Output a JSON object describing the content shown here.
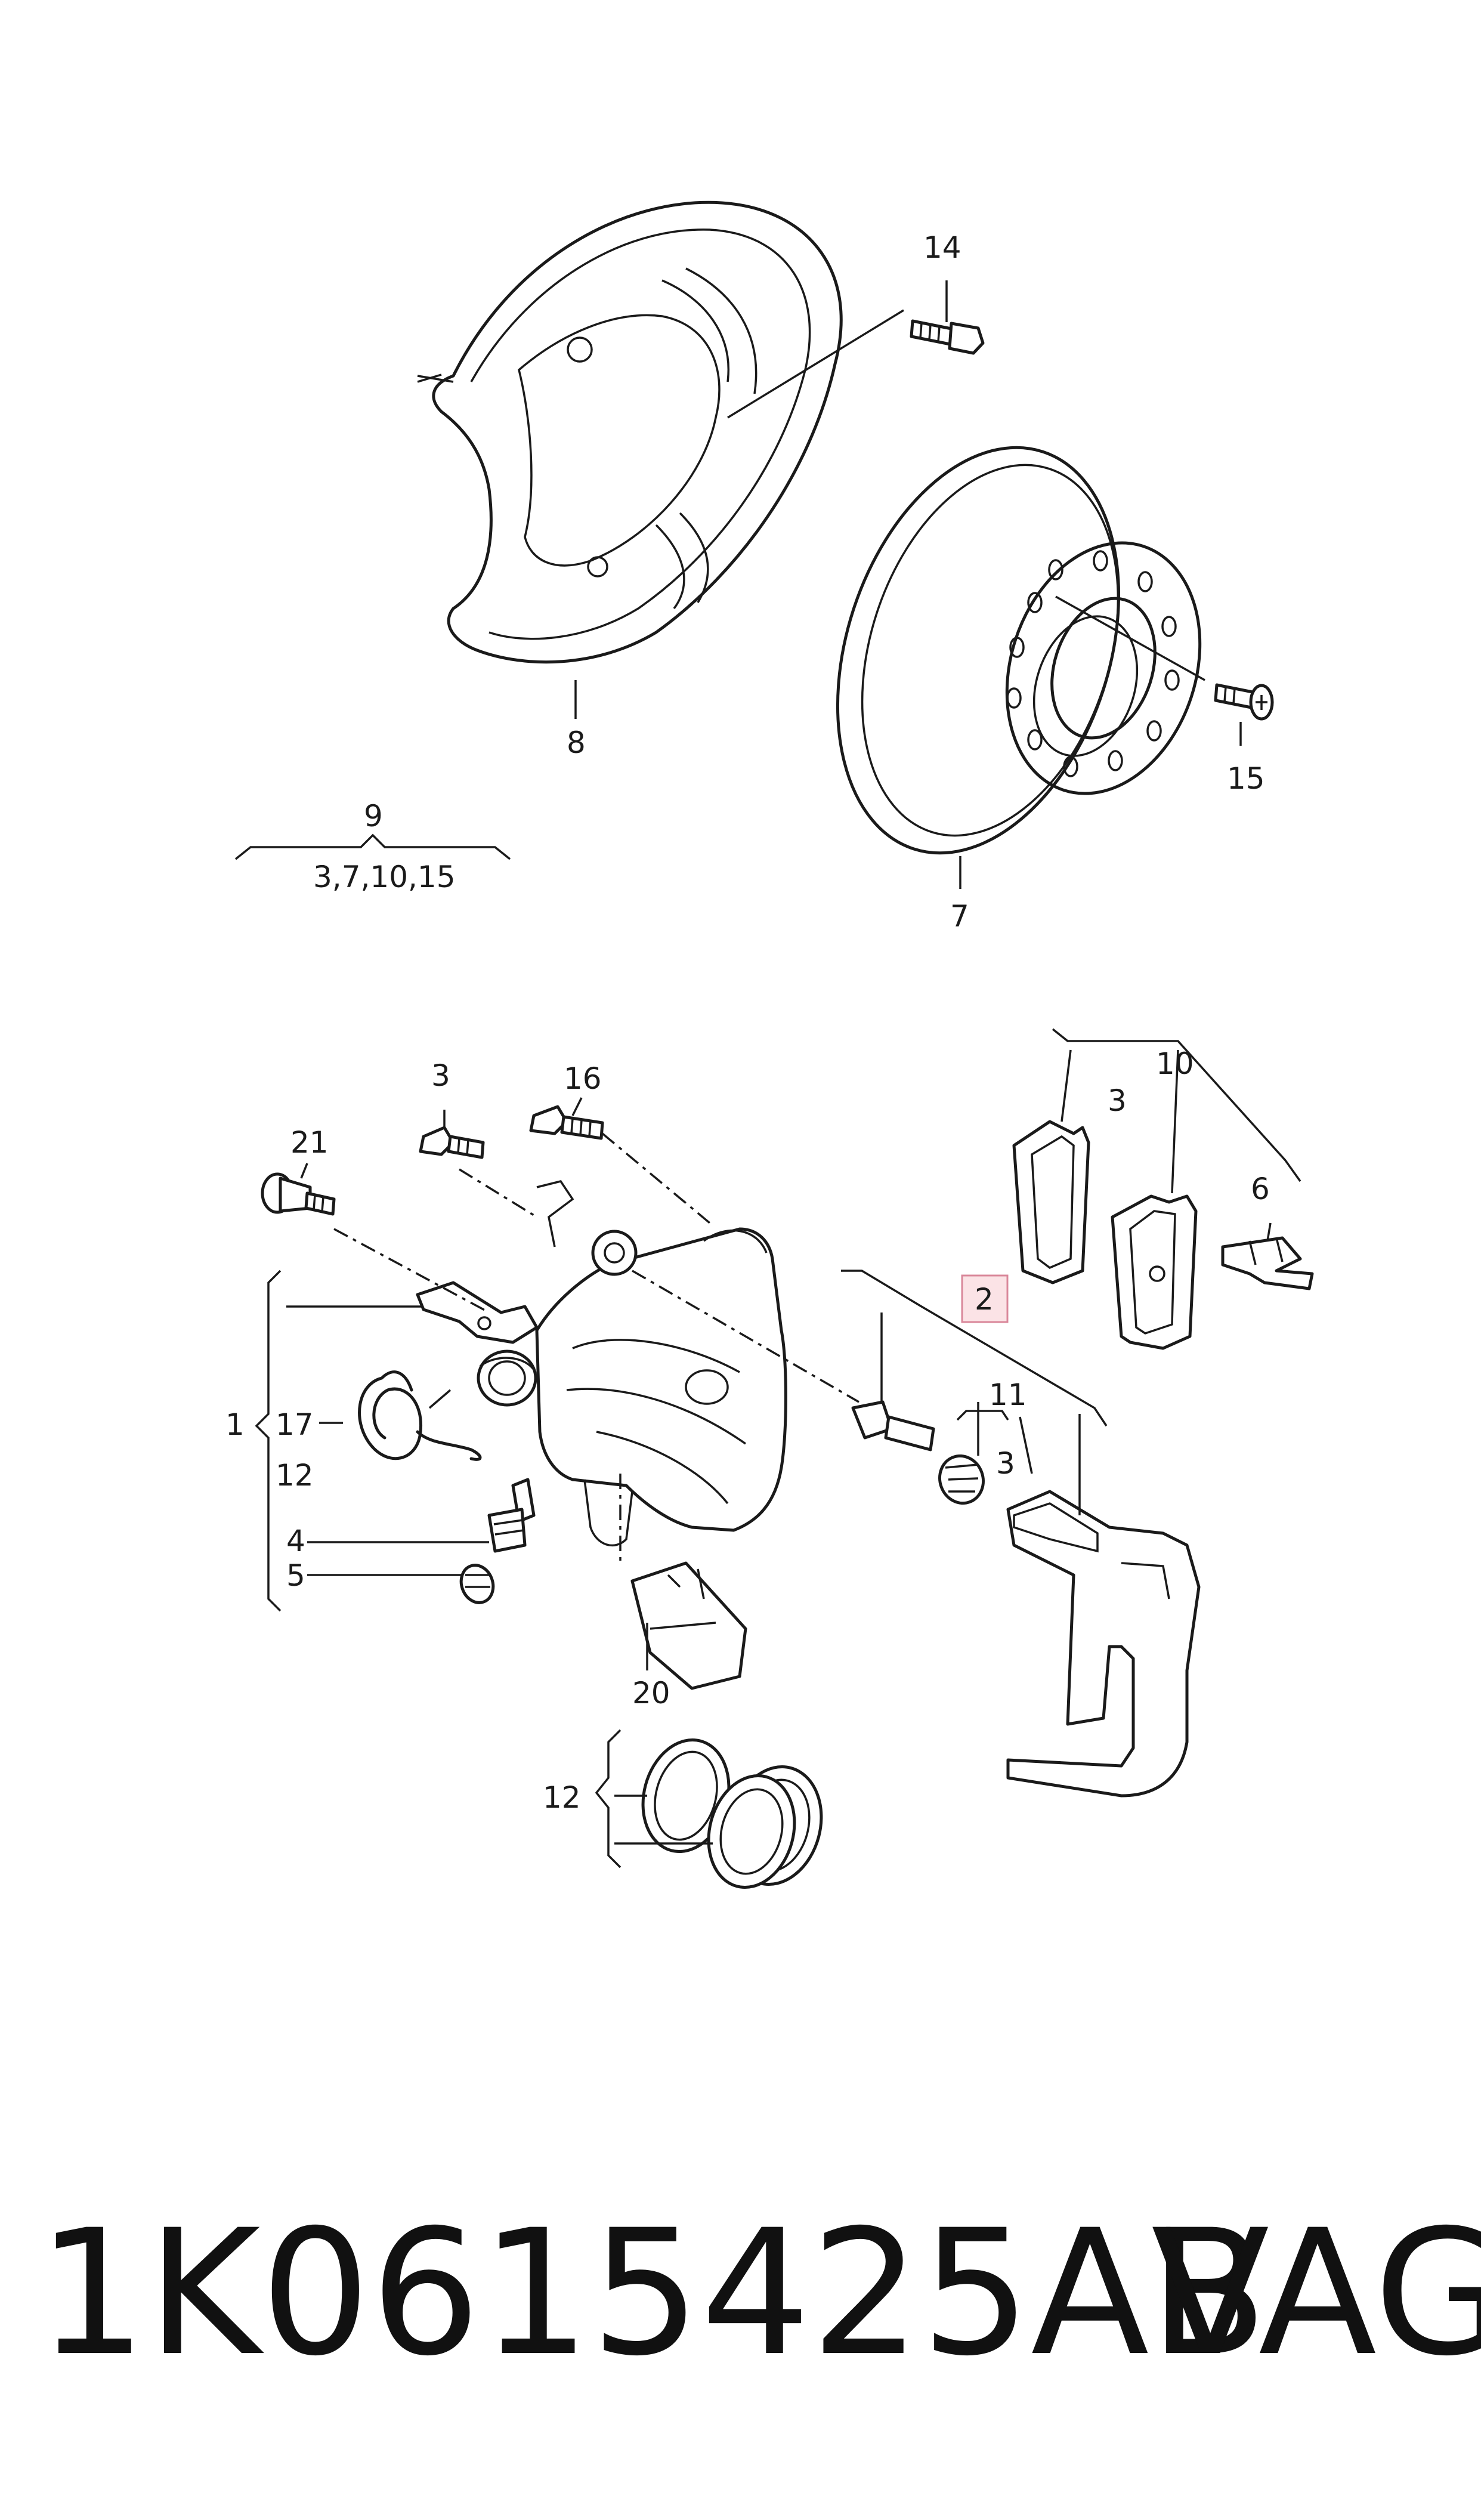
{
  "callouts": {
    "c14": "14",
    "c8": "8",
    "c15": "15",
    "c9": "9",
    "c9_sub": "3,7,10,15",
    "c7": "7",
    "c10": "10",
    "c3a": "3",
    "c3b": "3",
    "c6": "6",
    "c16": "16",
    "c21": "21",
    "c2": "2",
    "c1": "1",
    "c17": "17",
    "c12a": "12",
    "c11": "11",
    "c3c": "3",
    "c4": "4",
    "c5": "5",
    "c20": "20",
    "c12b": "12"
  },
  "footer": {
    "part_number": "1K0615425AB",
    "brand": "VAG"
  },
  "highlight_color": "#fbe3e6"
}
